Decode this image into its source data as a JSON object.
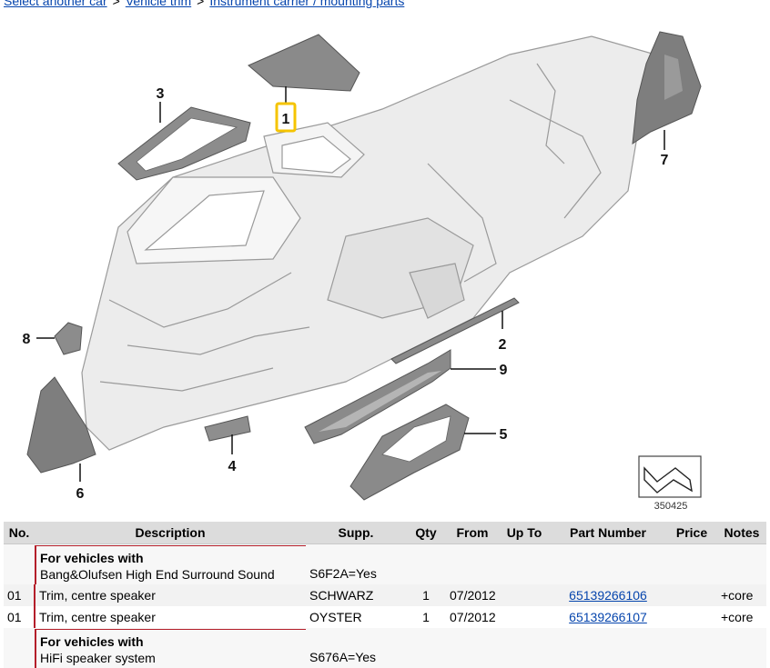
{
  "breadcrumb": {
    "items": [
      "Select another car",
      "Vehicle trim",
      "Instrument carrier / mounting parts"
    ],
    "separator": ">"
  },
  "diagram": {
    "callouts": [
      "1",
      "2",
      "3",
      "4",
      "5",
      "6",
      "7",
      "8",
      "9"
    ],
    "reference": "350425",
    "highlight_color": "#f5c400"
  },
  "table": {
    "headers": [
      "No.",
      "Description",
      "Supp.",
      "Qty",
      "From",
      "Up To",
      "Part Number",
      "Price",
      "Notes"
    ],
    "groups": [
      {
        "note_title": "For vehicles with",
        "note_text": "Bang&Olufsen High End Surround Sound",
        "note_supp": "S6F2A=Yes",
        "rows": [
          {
            "no": "01",
            "desc": "Trim, centre speaker",
            "supp": "SCHWARZ",
            "qty": "1",
            "from": "07/2012",
            "upto": "",
            "part": "65139266106",
            "price": "",
            "notes": "+core"
          },
          {
            "no": "01",
            "desc": "Trim, centre speaker",
            "supp": "OYSTER",
            "qty": "1",
            "from": "07/2012",
            "upto": "",
            "part": "65139266107",
            "price": "",
            "notes": "+core"
          }
        ]
      },
      {
        "note_title": "For vehicles with",
        "note_text": "HiFi speaker system",
        "note_supp": "S676A=Yes"
      }
    ]
  }
}
